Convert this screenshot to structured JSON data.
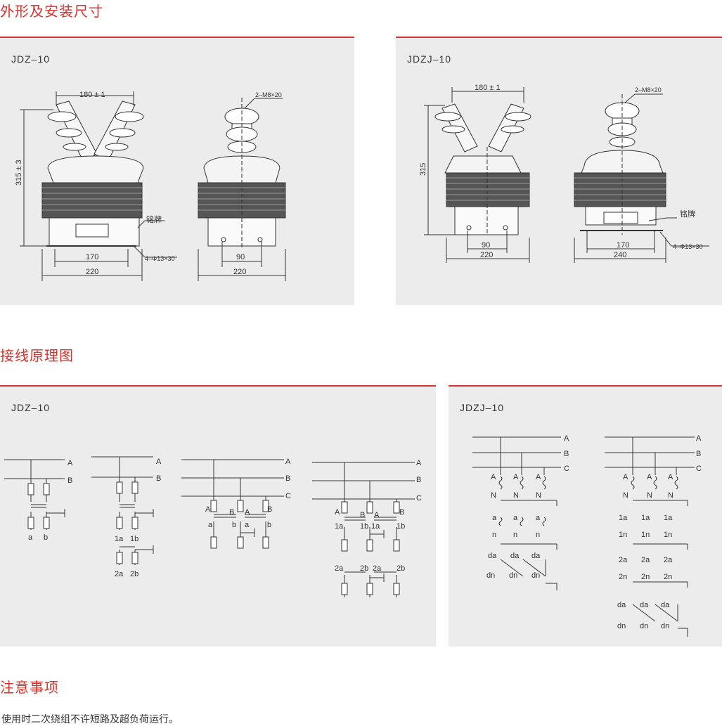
{
  "sections": {
    "dimensions_title": "外形及安装尺寸",
    "wiring_title": "接线原理图",
    "notes_title": "注意事项"
  },
  "models": {
    "jdz": "JDZ–10",
    "jdzj": "JDZJ–10"
  },
  "dims": {
    "d180": "180 ± 1",
    "d315a": "315 ± 3",
    "d315b": "315",
    "d170": "170",
    "d220": "220",
    "d90": "90",
    "d240": "240",
    "screw": "2–M8×20",
    "holes": "4–Φ13×30",
    "nameplate": "铭牌"
  },
  "terminals": {
    "A": "A",
    "B": "B",
    "C": "C",
    "N": "N",
    "a": "a",
    "b": "b",
    "n": "n",
    "1a": "1a",
    "1b": "1b",
    "2a": "2a",
    "2b": "2b",
    "1n": "1n",
    "2n": "2n",
    "da": "da",
    "dn": "dn"
  },
  "note_text": "使用时二次绕组不许短路及超负荷运行。",
  "colors": {
    "accent": "#d9312b",
    "panel": "#ececec"
  }
}
